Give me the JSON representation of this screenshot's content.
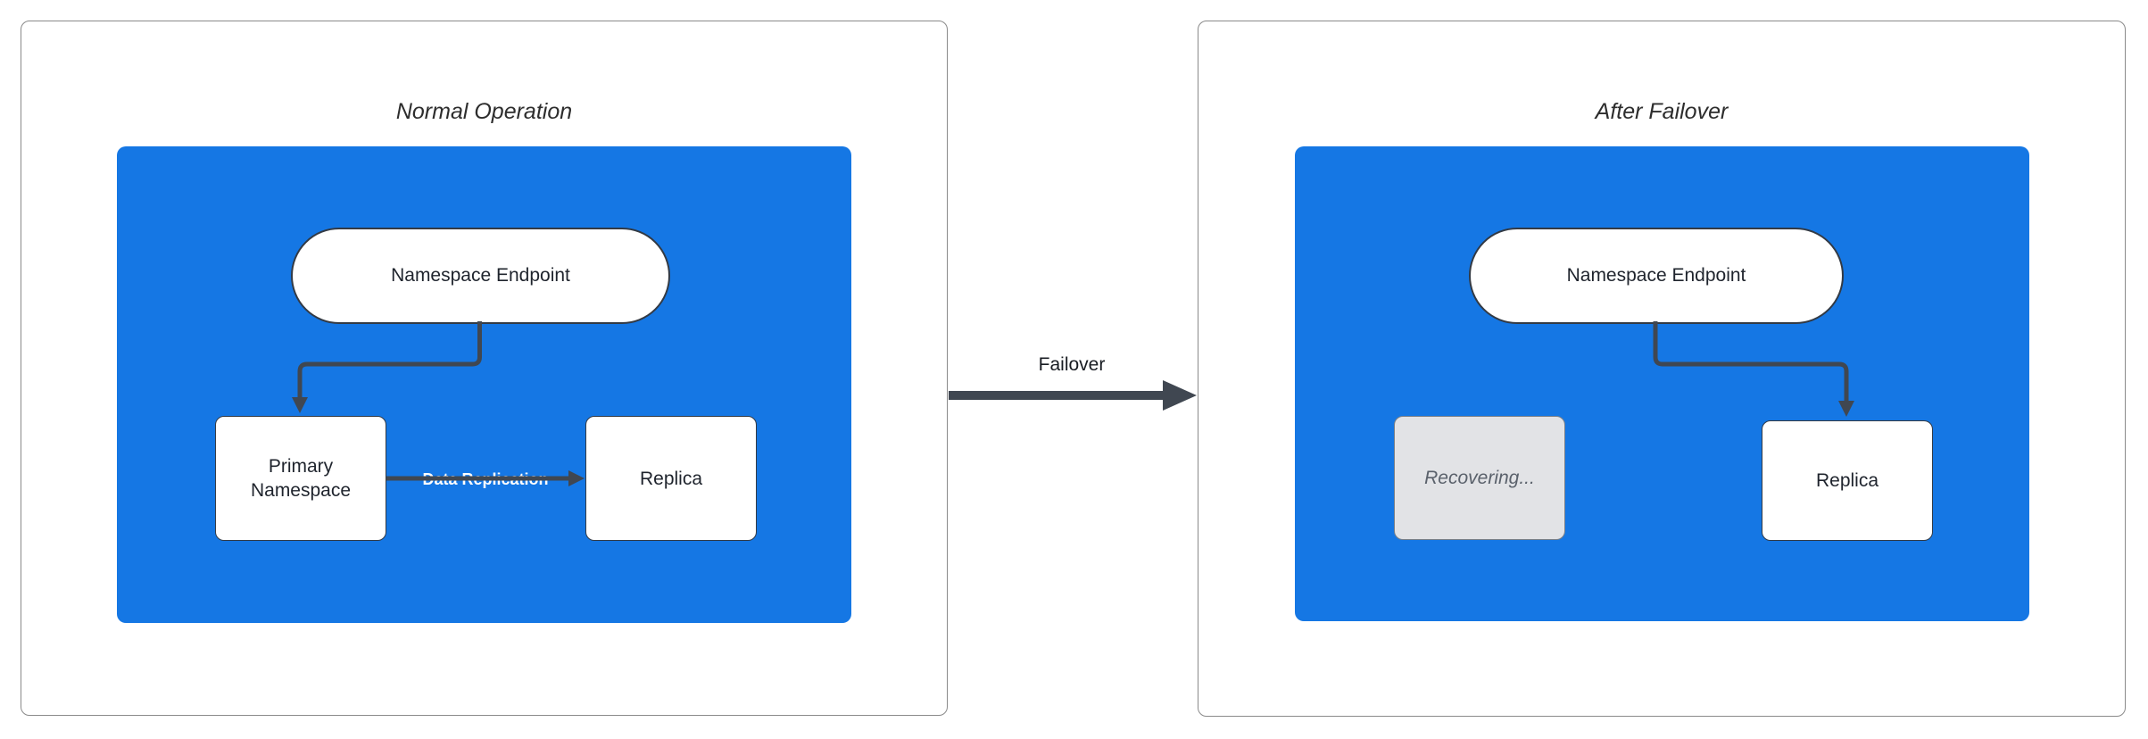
{
  "diagram": {
    "panels": [
      {
        "title": "Normal Operation",
        "nodes": {
          "endpoint": "Namespace Endpoint",
          "primary": "Primary Namespace",
          "replica": "Replica"
        },
        "edges": {
          "replication_label": "Data Replication"
        }
      },
      {
        "title": "After Failover",
        "nodes": {
          "endpoint": "Namespace Endpoint",
          "recovering": "Recovering...",
          "replica": "Replica"
        }
      }
    ],
    "transition_label": "Failover"
  },
  "colors": {
    "cluster_blue": "#1577e4",
    "connector_dark": "#404751",
    "node_border": "#333a44",
    "node_fill": "#ffffff",
    "gray_node_fill": "#e2e3e6",
    "gray_node_border": "#787f88",
    "gray_node_text": "#5a616b",
    "panel_border": "#8a8a8a",
    "title_text": "#2d2d2d",
    "node_text": "#1f242d",
    "edge_label_text": "#ffffff"
  }
}
